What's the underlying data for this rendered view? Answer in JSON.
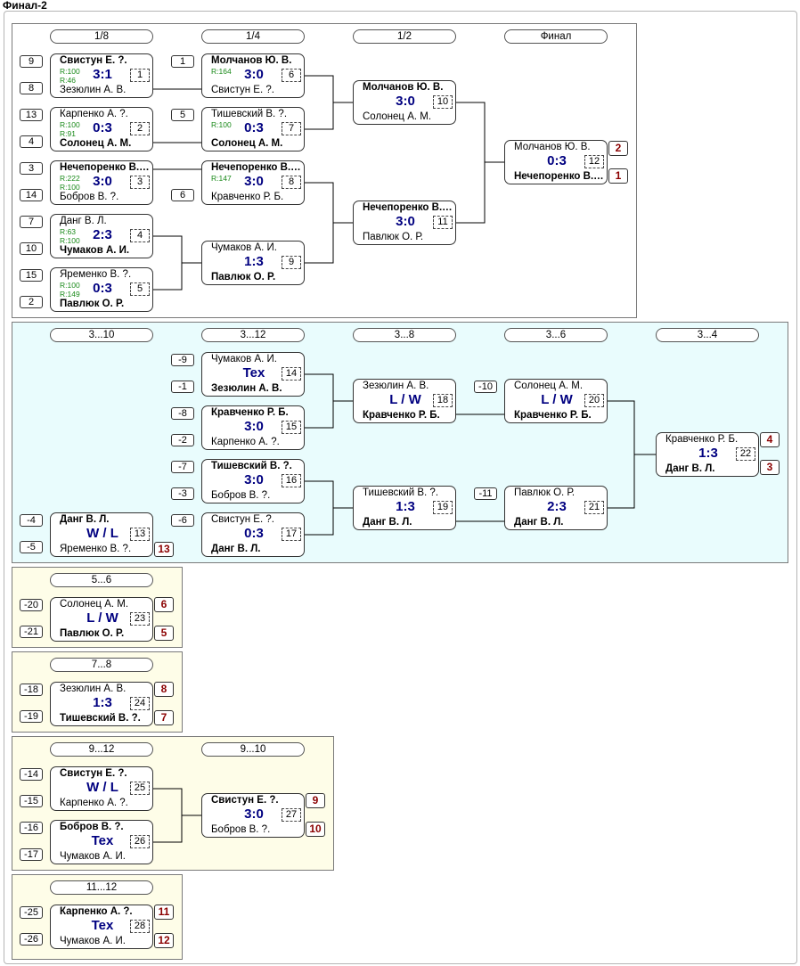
{
  "title": "Финал-2",
  "heads": {
    "r8": "1/8",
    "r4": "1/4",
    "r2": "1/2",
    "final": "Финал",
    "p3_10": "3...10",
    "p3_12": "3...12",
    "p3_8": "3...8",
    "p3_6": "3...6",
    "p3_4": "3...4",
    "p5_6": "5...6",
    "p7_8": "7...8",
    "p9_12": "9...12",
    "p9_10": "9...10",
    "p11_12": "11...12"
  },
  "seeds": {
    "s1": "9",
    "s2": "8",
    "s3": "13",
    "s4": "4",
    "s5": "3",
    "s6": "14",
    "s7": "7",
    "s8": "10",
    "s9": "15",
    "s10": "2",
    "s11": "1",
    "s12": "5",
    "s13": "6",
    "l1": "-9",
    "l2": "-1",
    "l3": "-8",
    "l4": "-2",
    "l5": "-7",
    "l6": "-3",
    "l7": "-6",
    "l8": "-4",
    "l9": "-5",
    "l10": "-10",
    "l11": "-11",
    "l12": "-20",
    "l13": "-21",
    "l14": "-18",
    "l15": "-19",
    "l16": "-14",
    "l17": "-15",
    "l18": "-16",
    "l19": "-17",
    "l20": "-25",
    "l21": "-26"
  },
  "places": {
    "f1": "2",
    "f2": "1",
    "c1": "13",
    "c2": "4",
    "c3": "3",
    "y1": "6",
    "y2": "5",
    "y3": "8",
    "y4": "7",
    "y5": "9",
    "y6": "10",
    "y7": "11",
    "y8": "12"
  },
  "matches": {
    "m1": {
      "p1": "Свистун Е. ?.",
      "p2": "Зезюлин А. В.",
      "score": "3:1",
      "num": "1",
      "r1": "R:100",
      "r2": "R:46"
    },
    "m2": {
      "p1": "Карпенко А. ?.",
      "p2": "Солонец А. М.",
      "score": "0:3",
      "num": "2",
      "r1": "R:100",
      "r2": "R:91"
    },
    "m3": {
      "p1": "Нечепоренко В. Н.",
      "p2": "Бобров В. ?.",
      "score": "3:0",
      "num": "3",
      "r1": "R:222",
      "r2": "R:100"
    },
    "m4": {
      "p1": "Данг В. Л.",
      "p2": "Чумаков А. И.",
      "score": "2:3",
      "num": "4",
      "r1": "R:63",
      "r2": "R:100"
    },
    "m5": {
      "p1": "Яременко В. ?.",
      "p2": "Павлюк О. Р.",
      "score": "0:3",
      "num": "5",
      "r1": "R:100",
      "r2": "R:149"
    },
    "m6": {
      "p1": "Молчанов Ю. В.",
      "p2": "Свистун Е. ?.",
      "score": "3:0",
      "num": "6",
      "r1": "R:164"
    },
    "m7": {
      "p1": "Тишевский В. ?.",
      "p2": "Солонец А. М.",
      "score": "0:3",
      "num": "7",
      "r1": "R:100"
    },
    "m8": {
      "p1": "Нечепоренко В. Н.",
      "p2": "Кравченко Р. Б.",
      "score": "3:0",
      "num": "8",
      "r1": "R:147"
    },
    "m9": {
      "p1": "Чумаков А. И.",
      "p2": "Павлюк О. Р.",
      "score": "1:3",
      "num": "9"
    },
    "m10": {
      "p1": "Молчанов Ю. В.",
      "p2": "Солонец А. М.",
      "score": "3:0",
      "num": "10"
    },
    "m11": {
      "p1": "Нечепоренко В. Н.",
      "p2": "Павлюк О. Р.",
      "score": "3:0",
      "num": "11"
    },
    "m12": {
      "p1": "Молчанов Ю. В.",
      "p2": "Нечепоренко В. Н.",
      "score": "0:3",
      "num": "12"
    },
    "m13": {
      "p1": "Данг В. Л.",
      "p2": "Яременко В. ?.",
      "score": "W / L",
      "num": "13"
    },
    "m14": {
      "p1": "Чумаков А. И.",
      "p2": "Зезюлин А. В.",
      "score": "Tex",
      "num": "14"
    },
    "m15": {
      "p1": "Кравченко Р. Б.",
      "p2": "Карпенко А. ?.",
      "score": "3:0",
      "num": "15"
    },
    "m16": {
      "p1": "Тишевский В. ?.",
      "p2": "Бобров В. ?.",
      "score": "3:0",
      "num": "16"
    },
    "m17": {
      "p1": "Свистун Е. ?.",
      "p2": "Данг В. Л.",
      "score": "0:3",
      "num": "17"
    },
    "m18": {
      "p1": "Зезюлин А. В.",
      "p2": "Кравченко Р. Б.",
      "score": "L / W",
      "num": "18"
    },
    "m19": {
      "p1": "Тишевский В. ?.",
      "p2": "Данг В. Л.",
      "score": "1:3",
      "num": "19"
    },
    "m20": {
      "p1": "Солонец А. М.",
      "p2": "Кравченко Р. Б.",
      "score": "L / W",
      "num": "20"
    },
    "m21": {
      "p1": "Павлюк О. Р.",
      "p2": "Данг В. Л.",
      "score": "2:3",
      "num": "21"
    },
    "m22": {
      "p1": "Кравченко Р. Б.",
      "p2": "Данг В. Л.",
      "score": "1:3",
      "num": "22"
    },
    "m23": {
      "p1": "Солонец А. М.",
      "p2": "Павлюк О. Р.",
      "score": "L / W",
      "num": "23"
    },
    "m24": {
      "p1": "Зезюлин А. В.",
      "p2": "Тишевский В. ?.",
      "score": "1:3",
      "num": "24"
    },
    "m25": {
      "p1": "Свистун Е. ?.",
      "p2": "Карпенко А. ?.",
      "score": "W / L",
      "num": "25"
    },
    "m26": {
      "p1": "Бобров В. ?.",
      "p2": "Чумаков А. И.",
      "score": "Tex",
      "num": "26"
    },
    "m27": {
      "p1": "Свистун Е. ?.",
      "p2": "Бобров В. ?.",
      "score": "3:0",
      "num": "27"
    },
    "m28": {
      "p1": "Карпенко А. ?.",
      "p2": "Чумаков А. И.",
      "score": "Tex",
      "num": "28"
    }
  },
  "colors": {
    "score": "#000080",
    "rating": "#1a8a1a",
    "place": "#8b0000",
    "panel_cyan": "#e9fcfd",
    "panel_yellow": "#fefde8"
  }
}
